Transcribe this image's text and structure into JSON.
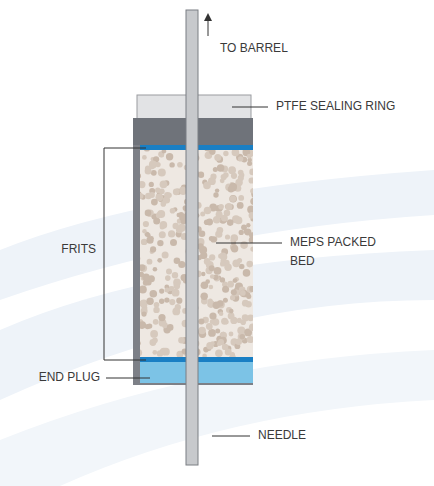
{
  "diagram": {
    "labels": [
      "TO BARREL",
      "PTFE SEALING RING",
      "MEPS PACKED BED",
      "FRITS",
      "END PLUG",
      "NEEDLE"
    ]
  }
}
